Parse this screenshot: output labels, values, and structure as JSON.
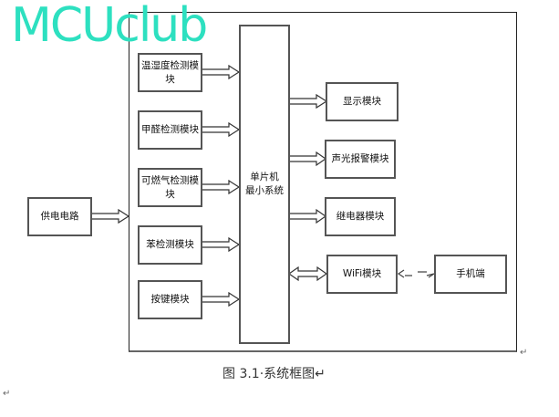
{
  "watermark": "MCUclub",
  "power": "供电电路",
  "inputs": [
    "温湿度检测模块",
    "甲醛检测模块",
    "可燃气检测模块",
    "苯检测模块",
    "按键模块"
  ],
  "mcu": {
    "line1": "单片机",
    "line2": "最小系统"
  },
  "outputs": [
    "显示模块",
    "声光报警模块",
    "继电器模块",
    "WiFi模块"
  ],
  "phone": "手机端",
  "caption": "图 3.1·系统框图↵",
  "return_mark": "↵"
}
